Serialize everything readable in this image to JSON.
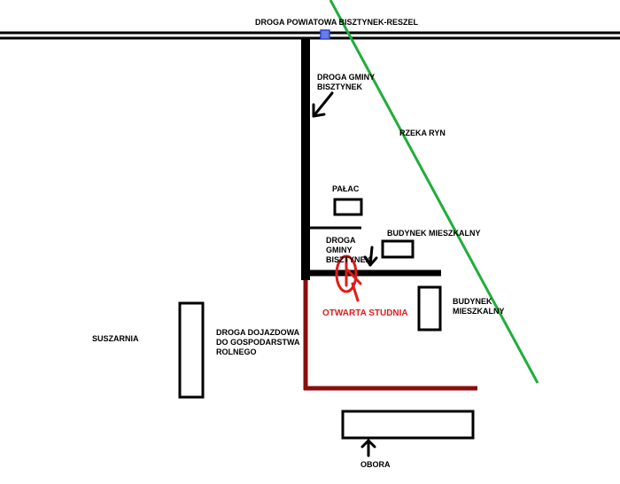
{
  "labels": {
    "county_road": "DROGA POWIATOWA BISZTYNEK-RESZEL",
    "municipal_road_1": [
      "DROGA GMINY",
      "BISZTYNEK"
    ],
    "river": "RZEKA RYN",
    "palace": "PAŁAC",
    "municipal_road_2": [
      "DROGA",
      "GMINY",
      "BISZTYNEK"
    ],
    "residential_1": "BUDYNEK MIESZKALNY",
    "residential_2": [
      "BUDYNEK",
      "MIESZKALNY"
    ],
    "open_well": "OTWARTA STUDNIA",
    "drying_room": "SUSZARNIA",
    "access_road": [
      "DROGA DOJAZDOWA",
      "DO GOSPODARSTWA",
      "ROLNEGO"
    ],
    "cowshed": "OBORA"
  },
  "colors": {
    "road": "#000000",
    "river": "#1fae3a",
    "junction": "#2b44d6",
    "access_road": "#8b0d0d",
    "well": "#e01b1b"
  }
}
